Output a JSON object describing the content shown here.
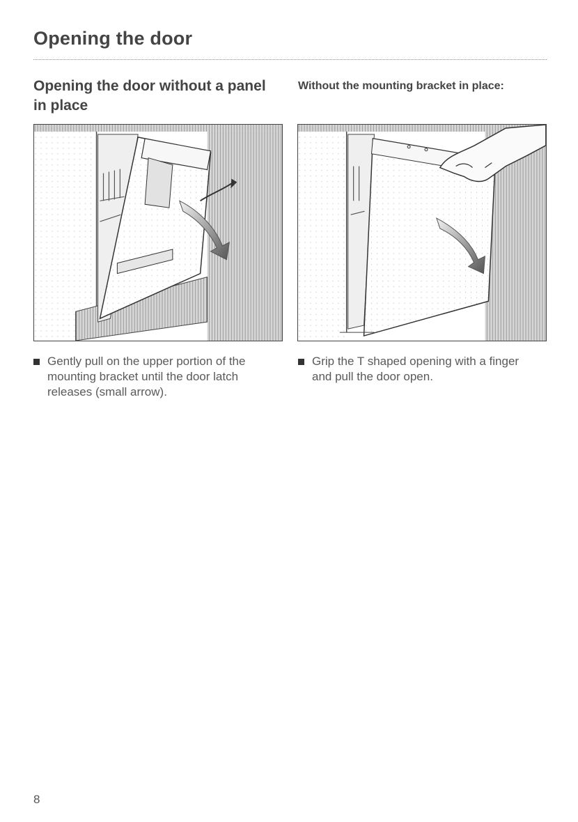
{
  "page_title": "Opening the door",
  "section_heading": "Opening the door without a panel in place",
  "subheading_right": "Without the mounting bracket in place:",
  "steps": [
    {
      "text": "Gently pull on the upper portion of the mounting bracket until the door latch releases (small arrow)."
    },
    {
      "text": "Grip the T shaped opening with a finger and pull the door open."
    }
  ],
  "page_number": "8"
}
